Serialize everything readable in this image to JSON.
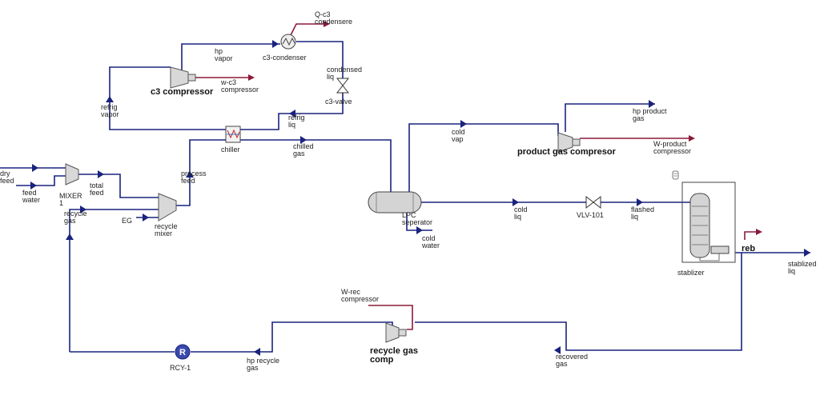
{
  "colors": {
    "stream": "#1a237e",
    "energy": "#8b1a3a",
    "equipment": "#d8d8d8"
  },
  "labels": {
    "q_c3_condensere": "Q-c3 condensere",
    "hp_vapor": "hp vapor",
    "c3_condenser": "c3-condenser",
    "condensed_liq": "condensed liq",
    "w_c3_compressor": "w-c3 compressor",
    "c3_compressor": "c3 compressor",
    "c3_valve": "c3-valve",
    "refrig_vapor": "refrig vapor",
    "refrig_liq": "refrig liq",
    "chiller": "chiller",
    "chilled_gas": "chilled gas",
    "dry_feed": "dry feed",
    "feed_water": "feed water",
    "mixer_1": "MIXER 1",
    "total_feed": "total feed",
    "process_feed": "process feed",
    "recycle_gas": "recycle gas",
    "eg": "EG",
    "recycle_mixer": "recycle mixer",
    "cold_vap": "cold vap",
    "hp_product_gas": "hp product gas",
    "product_gas_compresor": "product gas compresor",
    "w_product_compressor": "W-product compressor",
    "lpc_seperator": "LPC seperator",
    "cold_liq": "cold liq",
    "vlv_101": "VLV-101",
    "flashed_liq": "flashed liq",
    "cold_water": "cold water",
    "reb": "reb",
    "stablizer": "stablizer",
    "stablized_liq": "stablized liq",
    "w_rec_compressor": "W-rec compressor",
    "recycle_gas_comp": "recycle gas comp",
    "rcy_1": "RCY-1",
    "hp_recycle_gas": "hp recycle gas",
    "recovered_gas": "recovered gas"
  }
}
